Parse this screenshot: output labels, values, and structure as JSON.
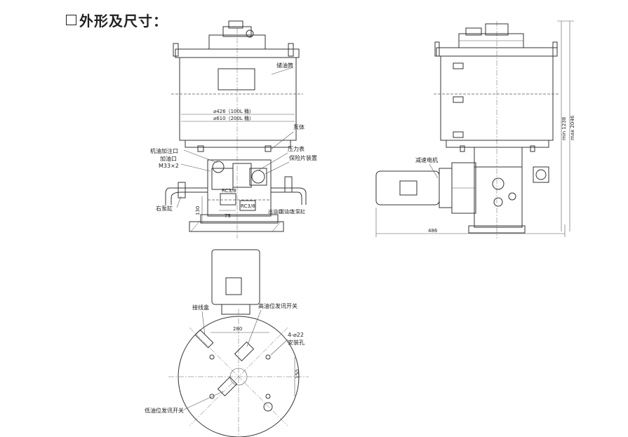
{
  "title": "外形及尺寸：",
  "front_view": {
    "tank_label": "储油筒",
    "dim_100L": "⌀426（100L 桶）",
    "dim_200L": "⌀610（200L 桶）",
    "pump_body": "泵体",
    "motor_fill": "机油加注口",
    "fill_port": "加油口",
    "fill_thread": "M33×2",
    "pressure_gauge": "压力表",
    "relief_device": "保险片装置",
    "right_cylinder": "右泵缸",
    "rc_upper": "RC3/8",
    "rc_lower": "RC3/8",
    "dim_75": "75",
    "dim_130": "130",
    "outlet_left": "出油口",
    "outlet_mid": "回油口",
    "outlet_right": "左泵缸"
  },
  "side_view": {
    "motor_label": "减速电机",
    "dim_486": "486",
    "dim_min": "min 1238",
    "dim_max": "max 2046"
  },
  "top_view": {
    "junction_box": "接线盒",
    "high_switch": "高油位发讯开关",
    "low_switch": "低油位发讯开关",
    "dim_280": "280",
    "dim_150": "150",
    "hole_spec": "4-⌀22",
    "hole_label": "安装孔"
  }
}
